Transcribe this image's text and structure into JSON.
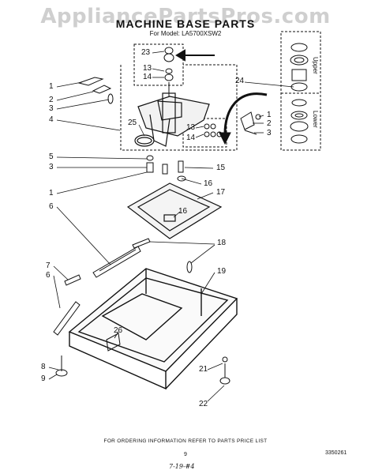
{
  "watermark": "AppliancePartsPros.com",
  "title": "MACHINE BASE PARTS",
  "model_line": "For Model: LA5700XSW2",
  "inset_labels": {
    "upper": "Upper",
    "lower": "Lower"
  },
  "footer_note": "FOR ORDERING INFORMATION REFER TO PARTS PRICE LIST",
  "page_number": "9",
  "doc_number": "3350261",
  "handwritten_note": "7-19-#4",
  "callouts": {
    "c1a": "1",
    "c2a": "2",
    "c3a": "3",
    "c4": "4",
    "c23": "23",
    "c13a": "13",
    "c14a": "14",
    "c24": "24",
    "c25": "25",
    "c13b": "13",
    "c14b": "14",
    "c1b": "1",
    "c2b": "2",
    "c3b": "3",
    "c5": "5",
    "c3c": "3",
    "c15": "15",
    "c16a": "16",
    "c1c": "1",
    "c17": "17",
    "c6a": "6",
    "c16b": "16",
    "c18": "18",
    "c7": "7",
    "c6b": "6",
    "c19": "19",
    "c26": "26",
    "c8": "8",
    "c9": "9",
    "c21": "21",
    "c22": "22"
  }
}
